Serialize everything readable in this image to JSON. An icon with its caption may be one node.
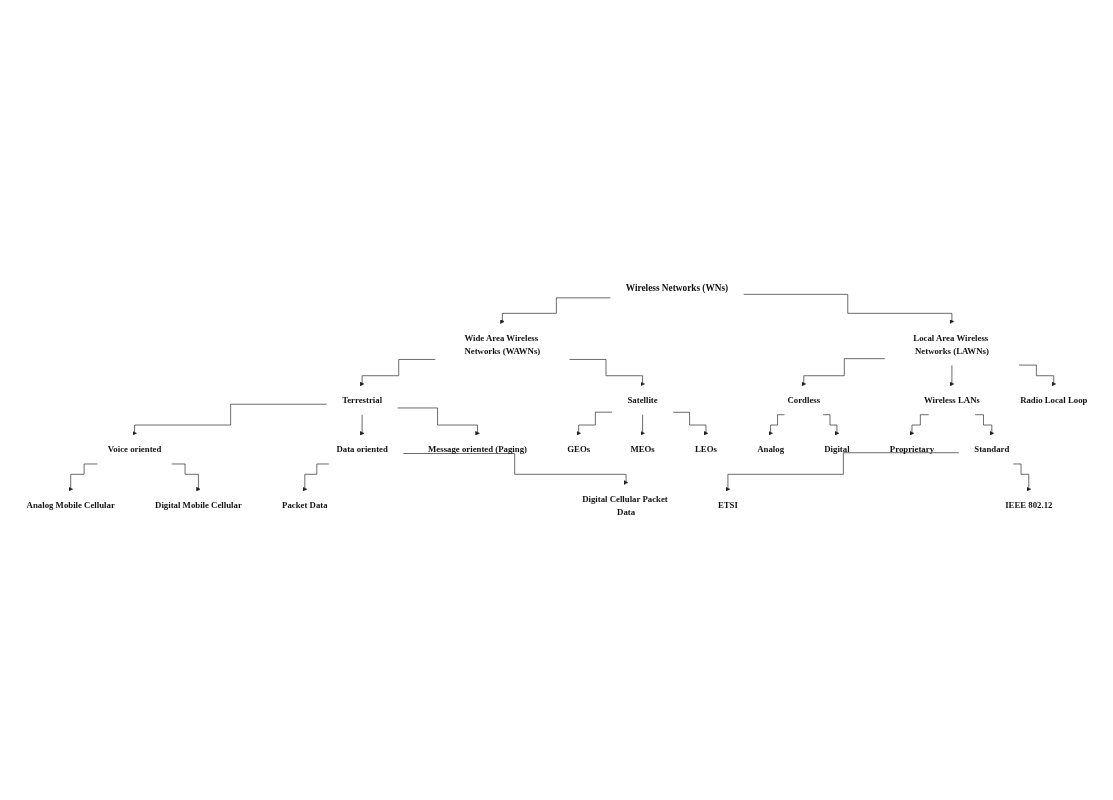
{
  "diagram": {
    "nodes": [
      {
        "text": [
          "Wireless Networks (WNs)"
        ]
      },
      {
        "text": [
          "Wide Area Wireless Networks (WAWNs)"
        ]
      },
      {
        "text": [
          "Local Area Wireless Networks (LAWNs)"
        ]
      },
      {
        "text": [
          "Terrestrial"
        ]
      },
      {
        "text": [
          "Satellite"
        ]
      },
      {
        "text": [
          "Voice oriented"
        ]
      },
      {
        "text": [
          "Analog Mobile Cellular"
        ]
      },
      {
        "text": [
          "Digital Mobile Cellular"
        ]
      },
      {
        "text": [
          "Data oriented"
        ]
      },
      {
        "text": [
          "Packet Data"
        ]
      },
      {
        "text": [
          "Digital Cellular Packet Data"
        ]
      },
      {
        "text": [
          "Message oriented (Paging)"
        ]
      },
      {
        "text": [
          "GEOs"
        ]
      },
      {
        "text": [
          "MEOs"
        ]
      },
      {
        "text": [
          "LEOs"
        ]
      },
      {
        "text": [
          "Cordless"
        ]
      },
      {
        "text": [
          "Wireless LANs"
        ]
      },
      {
        "text": [
          "Radio Local Loop"
        ]
      },
      {
        "text": [
          "Analog"
        ]
      },
      {
        "text": [
          "Digital"
        ]
      },
      {
        "text": [
          "Proprietary"
        ]
      },
      {
        "text": [
          "Standard"
        ]
      },
      {
        "text": [
          "ETSI"
        ]
      },
      {
        "text": [
          "IEEE 802.12"
        ]
      }
    ],
    "edges": [
      {
        "from": 0,
        "to": 1,
        "arrow": "to"
      },
      {
        "from": 0,
        "to": 2,
        "arrow": "to"
      },
      {
        "from": 1,
        "to": 3,
        "arrow": "to"
      },
      {
        "from": 1,
        "to": 4,
        "arrow": "to"
      },
      {
        "from": 3,
        "to": 5,
        "arrow": "to"
      },
      {
        "from": 5,
        "to": 6,
        "arrow": "to"
      },
      {
        "from": 5,
        "to": 7,
        "arrow": "to"
      },
      {
        "from": 3,
        "to": 8,
        "arrow": "to"
      },
      {
        "from": 8,
        "to": 9,
        "arrow": "to"
      },
      {
        "from": 8,
        "to": 10,
        "arrow": "to"
      },
      {
        "from": 3,
        "to": 11,
        "arrow": "to"
      },
      {
        "from": 4,
        "to": 12,
        "arrow": "to"
      },
      {
        "from": 4,
        "to": 13,
        "arrow": "to"
      },
      {
        "from": 4,
        "to": 14,
        "arrow": "to"
      },
      {
        "from": 2,
        "to": 15,
        "arrow": "to"
      },
      {
        "from": 2,
        "to": 16,
        "arrow": "to"
      },
      {
        "from": 2,
        "to": 17,
        "arrow": "to"
      },
      {
        "from": 15,
        "to": 18,
        "arrow": "to"
      },
      {
        "from": 15,
        "to": 19,
        "arrow": "to"
      },
      {
        "from": 16,
        "to": 20,
        "arrow": "to"
      },
      {
        "from": 16,
        "to": 21,
        "arrow": "to"
      },
      {
        "from": 21,
        "to": 22,
        "arrow": "to"
      },
      {
        "from": 21,
        "to": 23,
        "arrow": "to"
      }
    ]
  }
}
